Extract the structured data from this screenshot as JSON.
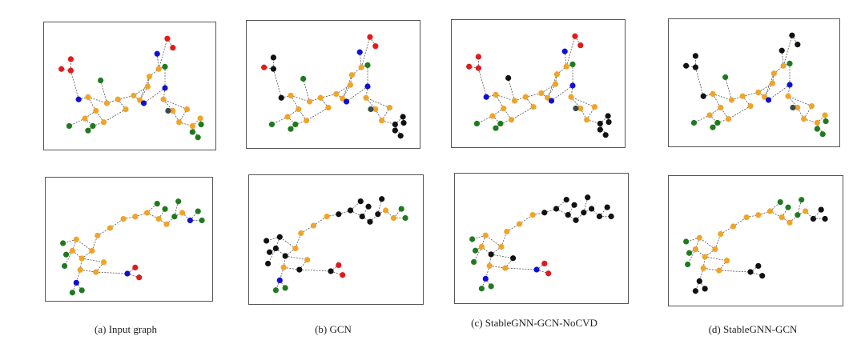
{
  "captions": {
    "a": "(a) Input graph",
    "b": "(b) GCN",
    "c": "(c) StableGNN-GCN-NoCVD",
    "d": "(d) StableGNN-GCN"
  },
  "colors": {
    "orange": "#f0a428",
    "green": "#1f7a1f",
    "red": "#e01b1b",
    "blue": "#1010d0",
    "black": "#111111",
    "gray": "#3a4a4a",
    "edge": "#555555"
  }
}
